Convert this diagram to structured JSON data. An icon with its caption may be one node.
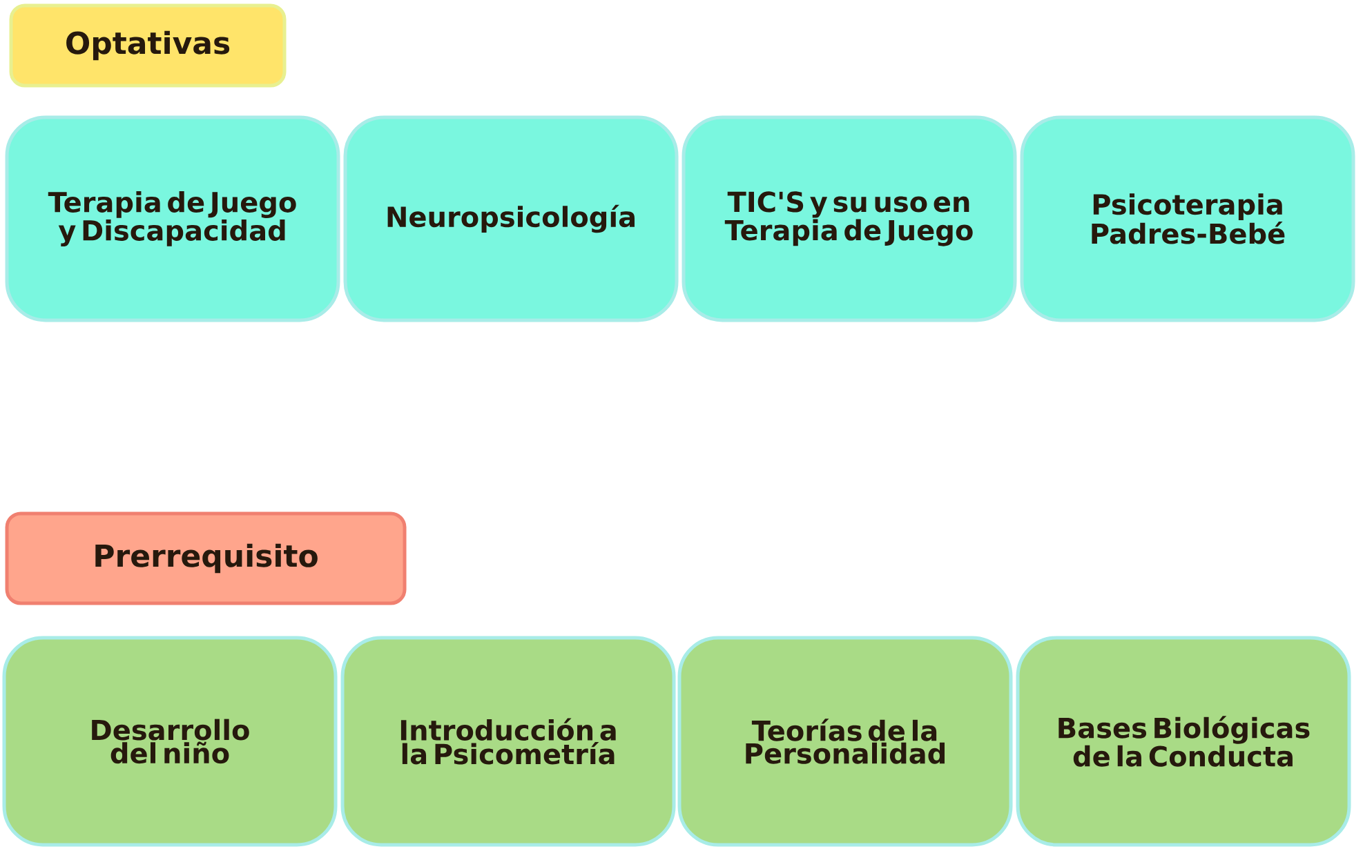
{
  "diagram": {
    "nodes": [
      {
        "text": [
          "Optativas"
        ]
      },
      {
        "text": [
          "Terapia de Juego y Discapacidad"
        ]
      },
      {
        "text": [
          "Neuropsicología"
        ]
      },
      {
        "text": [
          "TIC'S y su uso en Terapia de Juego"
        ]
      },
      {
        "text": [
          "Psicoterapia Padres-Bebé"
        ]
      },
      {
        "text": [
          "Prerrequisito"
        ]
      },
      {
        "text": [
          "Desarrollo del niño"
        ]
      },
      {
        "text": [
          "Introducción a la Psicometría"
        ]
      },
      {
        "text": [
          "Teorías de la Personalidad"
        ]
      },
      {
        "text": [
          "Bases Biológicas de la Conducta"
        ]
      }
    ]
  }
}
